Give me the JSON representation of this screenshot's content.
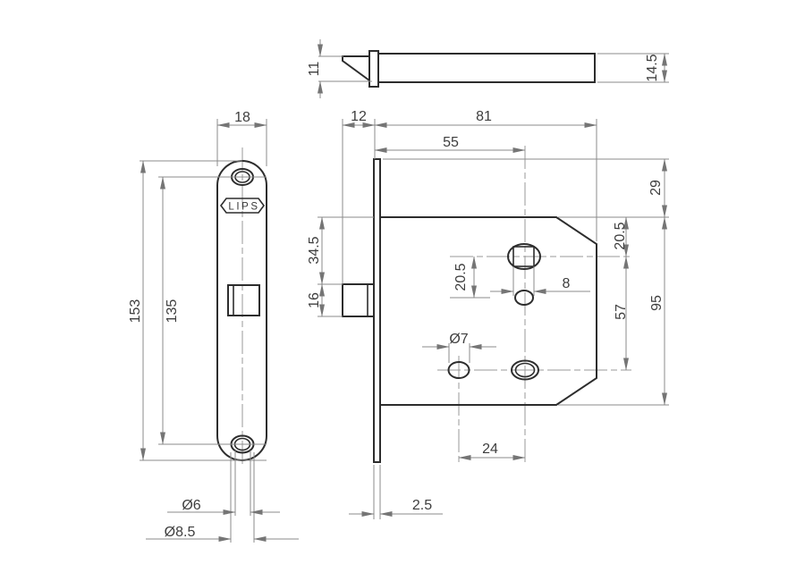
{
  "views": {
    "bolt_top": {
      "dims": {
        "bolt_width": "11",
        "case_thickness": "14.5"
      }
    },
    "faceplate_front": {
      "badge": "LIPS",
      "dims": {
        "faceplate_width": "18",
        "faceplate_length": "153",
        "screw_hole_spacing": "135",
        "screw_hole_dia": "Ø6",
        "screw_head_dia": "Ø8.5"
      }
    },
    "case_side": {
      "dims": {
        "bolt_protrusion": "12",
        "case_depth": "81",
        "backset": "55",
        "faceplate_top_to_case": "29",
        "case_top_to_spindle": "20.5",
        "case_top_to_bolt": "34.5",
        "bolt_height": "16",
        "spindle_to_small_hole": "20.5",
        "spindle_square": "8",
        "fixing_hole_dia": "Ø7",
        "spindle_to_lower_holes": "57",
        "case_height": "95",
        "lower_hole_spacing": "24",
        "faceplate_thickness": "2.5"
      }
    }
  }
}
